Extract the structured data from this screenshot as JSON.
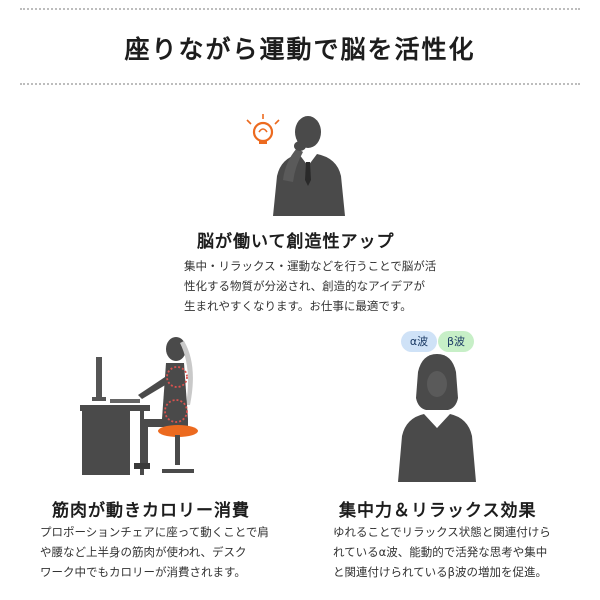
{
  "page_title": "座りながら運動で脳を活性化",
  "sections": [
    {
      "heading": "脳が働いて創造性アップ",
      "lines": [
        "集中・リラックス・運動などを行うことで脳が活",
        "性化する物質が分泌され、創造的なアイデアが",
        "生まれやすくなります。お仕事に最適です。"
      ]
    },
    {
      "heading": "筋肉が動きカロリー消費",
      "lines": [
        "プロポーションチェアに座って動くことで肩",
        "や腰など上半身の筋肉が使われ、デスク",
        "ワーク中でもカロリーが消費されます。"
      ]
    },
    {
      "heading": "集中力＆リラックス効果",
      "lines": [
        "ゆれることでリラックス状態と関連付けら",
        "れているα波、能動的で活発な思考や集中",
        "と関連付けられているβ波の増加を促進。"
      ]
    }
  ],
  "brain_waves": {
    "alpha": "α波",
    "beta": "β波"
  },
  "colors": {
    "figure_gray": "#4a4a4a",
    "accent_orange": "#ec6a1f",
    "alpha_bubble": "#cfe2f7",
    "beta_bubble": "#c7efc7",
    "glow_pink": "#f08aa0"
  },
  "icons": [
    "thinking-man-icon",
    "lightbulb-icon",
    "office-worker-icon",
    "woman-brain-icon"
  ]
}
